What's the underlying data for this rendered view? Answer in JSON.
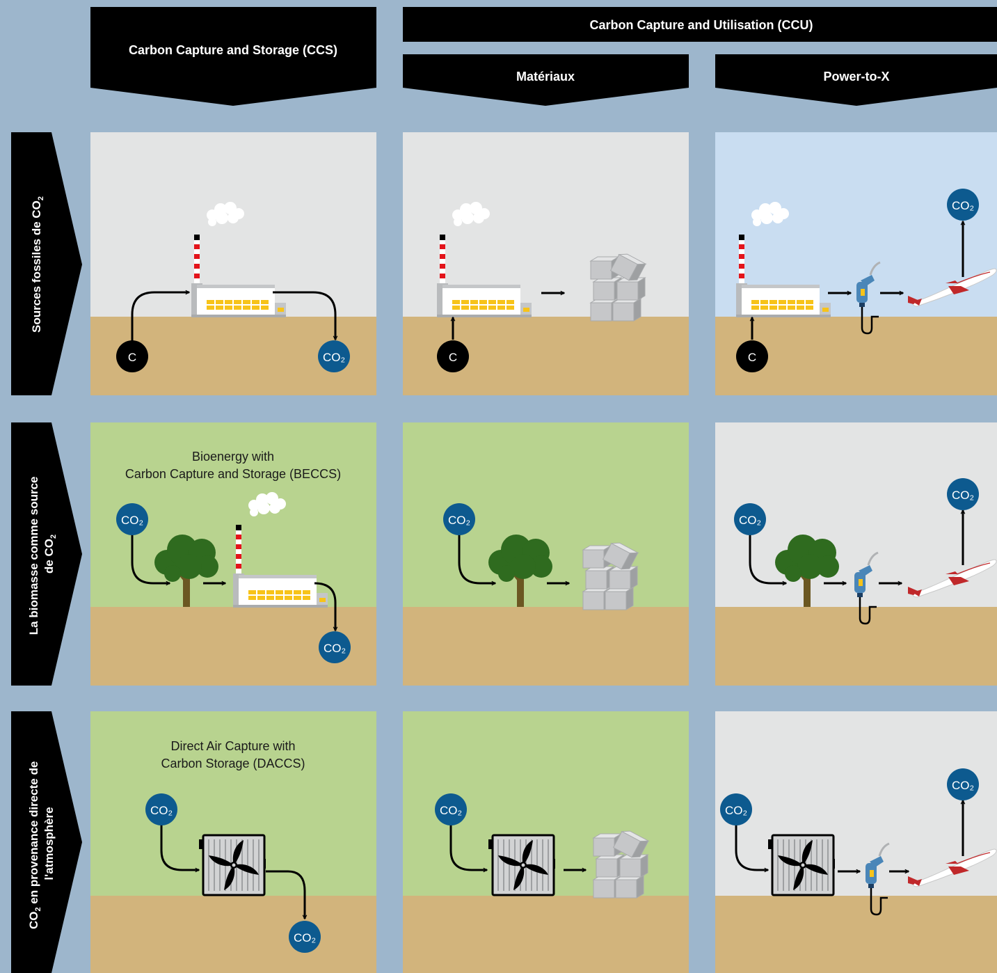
{
  "headers": {
    "ccs": "Carbon Capture and Storage (CCS)",
    "ccu": "Carbon Capture and Utilisation (CCU)",
    "materials": "Matériaux",
    "ptx": "Power-to-X"
  },
  "rows": {
    "fossil": {
      "line1": "Sources fossiles de CO",
      "sub": "2"
    },
    "biomass": {
      "line1": "La biomasse comme source",
      "line2": "de CO",
      "sub": "2"
    },
    "air": {
      "pre": "CO",
      "sub": "2",
      "line1": " en provenance directe de",
      "line2": "l'atmosphère"
    }
  },
  "cells": {
    "beccs": {
      "line1": "Bioenergy with",
      "line2": "Carbon Capture and Storage (BECCS)"
    },
    "daccs": {
      "line1": "Direct Air Capture with",
      "line2": "Carbon Storage (DACCS)"
    }
  },
  "bubbles": {
    "co2": "CO₂",
    "carbon": "C"
  },
  "colors": {
    "frame": "#9db6cc",
    "sky_grey": "#e3e4e4",
    "sky_blue": "#c9ddf1",
    "sky_green": "#b8d38f",
    "ground": "#d2b47c",
    "co2_bubble": "#0d5a8f",
    "header_black": "#000000"
  }
}
